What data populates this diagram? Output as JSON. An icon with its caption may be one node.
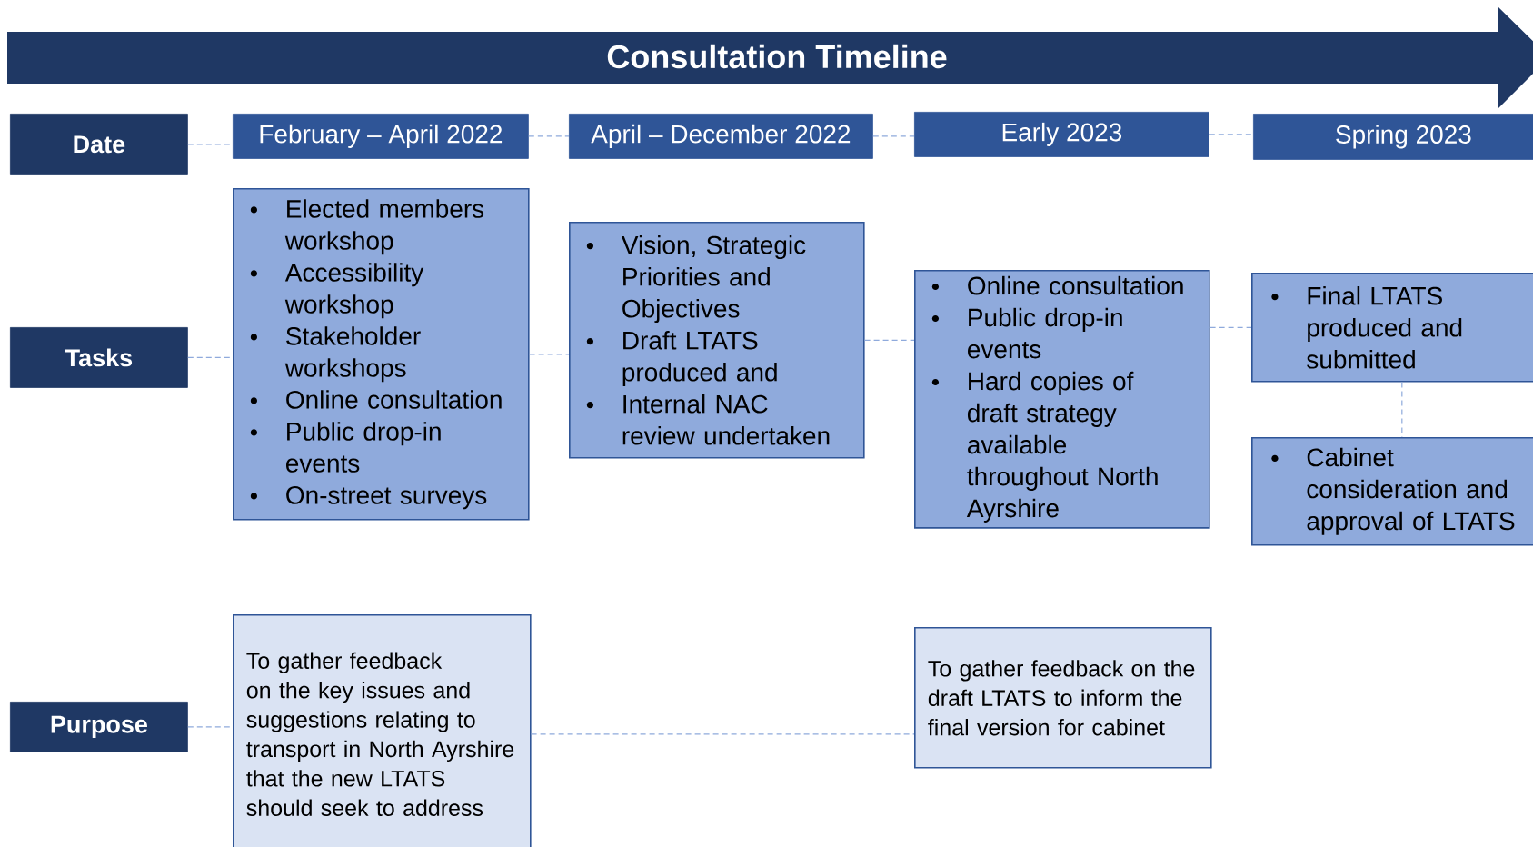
{
  "diagram": {
    "title": "Consultation Timeline",
    "nodes": [
      {
        "text": [
          "Date"
        ]
      },
      {
        "text": [
          "February – April 2022"
        ]
      },
      {
        "text": [
          "April – December 2022"
        ]
      },
      {
        "text": [
          "Early 2023"
        ]
      },
      {
        "text": [
          "Spring 2023"
        ]
      },
      {
        "text": [
          "Tasks"
        ]
      },
      {
        "text": [
          "Elected members workshop",
          "Accessibility workshop",
          "Stakeholder workshops",
          "Online consultation",
          "Public drop-in events",
          "On-street surveys"
        ]
      },
      {
        "text": [
          "Vision, Strategic Priorities and Objectives",
          "Draft LTATS produced and",
          "Internal NAC review undertaken"
        ]
      },
      {
        "text": [
          "Online consultation",
          "Public drop-in events",
          "Hard copies of draft strategy available throughout North Ayrshire"
        ]
      },
      {
        "text": [
          "Final LTATS produced and submitted"
        ]
      },
      {
        "text": [
          "Cabinet consideration and approval of LTATS"
        ]
      },
      {
        "text": [
          "Purpose"
        ]
      },
      {
        "text": [
          "To gather feedback on the key issues and suggestions relating to transport in North Ayrshire that the new LTATS should seek to address"
        ]
      },
      {
        "text": [
          "To gather feedback on the draft LTATS to inform the final version for cabinet"
        ]
      }
    ],
    "edges": [
      {
        "from": 0,
        "to": 1,
        "arrow": "none"
      },
      {
        "from": 1,
        "to": 2,
        "arrow": "none"
      },
      {
        "from": 2,
        "to": 3,
        "arrow": "none"
      },
      {
        "from": 3,
        "to": 4,
        "arrow": "none"
      },
      {
        "from": 5,
        "to": 6,
        "arrow": "none"
      },
      {
        "from": 6,
        "to": 7,
        "arrow": "none"
      },
      {
        "from": 7,
        "to": 8,
        "arrow": "none"
      },
      {
        "from": 8,
        "to": 9,
        "arrow": "none"
      },
      {
        "from": 9,
        "to": 10,
        "arrow": "none"
      },
      {
        "from": 11,
        "to": 12,
        "arrow": "none"
      },
      {
        "from": 12,
        "to": 13,
        "arrow": "none"
      }
    ]
  }
}
